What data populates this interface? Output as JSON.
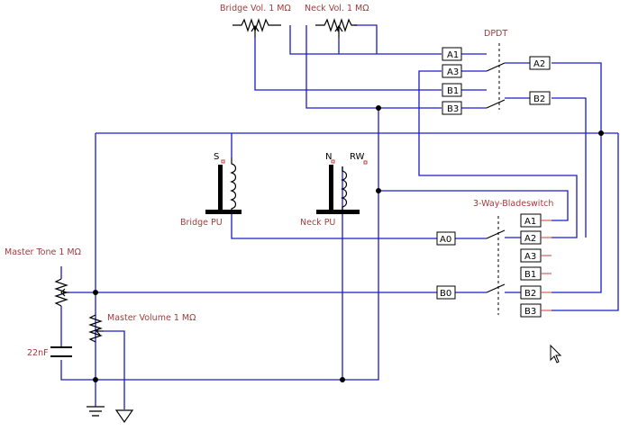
{
  "labels": {
    "bridge_vol": "Bridge Vol. 1 MΩ",
    "neck_vol": "Neck Vol. 1 MΩ",
    "dpdt": "DPDT",
    "bridge_pu": "Bridge PU",
    "neck_pu": "Neck PU",
    "bridge_s": "S",
    "neck_n": "N",
    "neck_rw": "RW",
    "bladeswitch": "3-Way-Bladeswitch",
    "master_tone": "Master Tone 1 MΩ",
    "master_volume": "Master Volume 1 MΩ",
    "cap": "22nF"
  },
  "terminals": {
    "dpdt_left": [
      "A1",
      "A3",
      "B1",
      "B3"
    ],
    "dpdt_right": [
      "A2",
      "B2"
    ],
    "commons": [
      "A0",
      "B0"
    ],
    "blade": [
      "A1",
      "A2",
      "A3",
      "B1",
      "B2",
      "B3"
    ]
  },
  "colors": {
    "wire": "#1a1acc",
    "label": "#a03c3c",
    "component": "#000000"
  }
}
